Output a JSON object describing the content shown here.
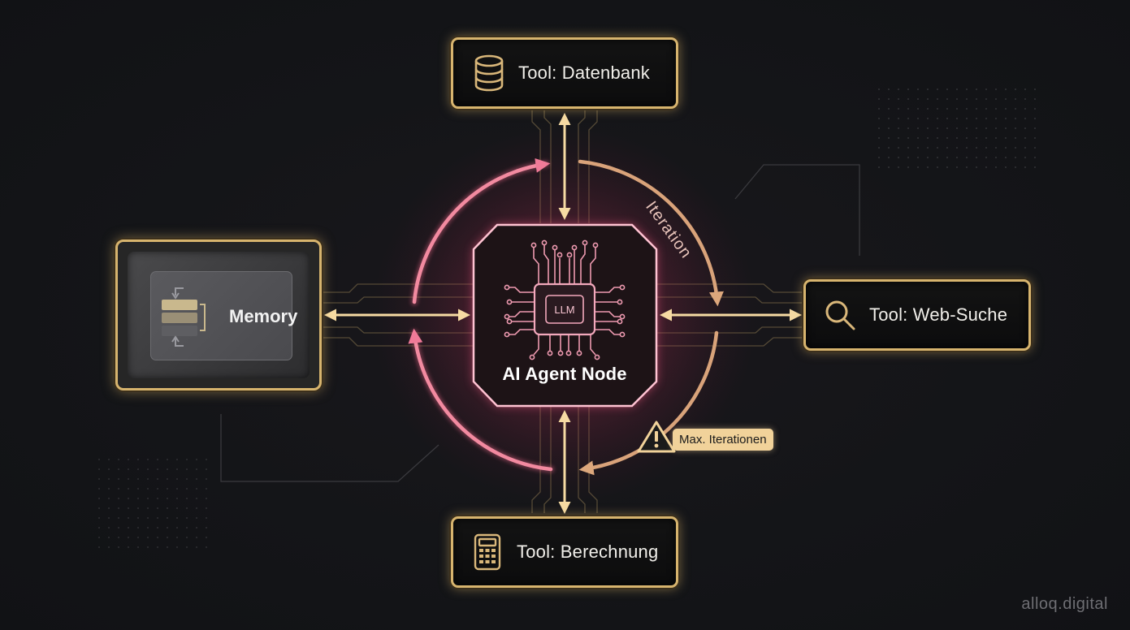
{
  "center_node": {
    "label": "AI Agent Node",
    "chip_label": "LLM"
  },
  "tools": {
    "top": {
      "label": "Tool: Datenbank",
      "icon": "database-icon"
    },
    "right": {
      "label": "Tool: Web-Suche",
      "icon": "search-icon"
    },
    "bottom": {
      "label": "Tool: Berechnung",
      "icon": "calculator-icon"
    }
  },
  "memory": {
    "label": "Memory",
    "icon": "memory-stack-icon"
  },
  "loop": {
    "label": "Iteration"
  },
  "warning": {
    "label": "Max. Iterationen",
    "icon": "warning-icon"
  },
  "brand": {
    "text": "alloq.digital"
  },
  "colors": {
    "background": "#141518",
    "gold": "#d7b46e",
    "gold_light": "#f1d29a",
    "pink_glow": "#ff6e93",
    "loop_pink": "#f28aa0",
    "loop_tan": "#d9a37a"
  }
}
